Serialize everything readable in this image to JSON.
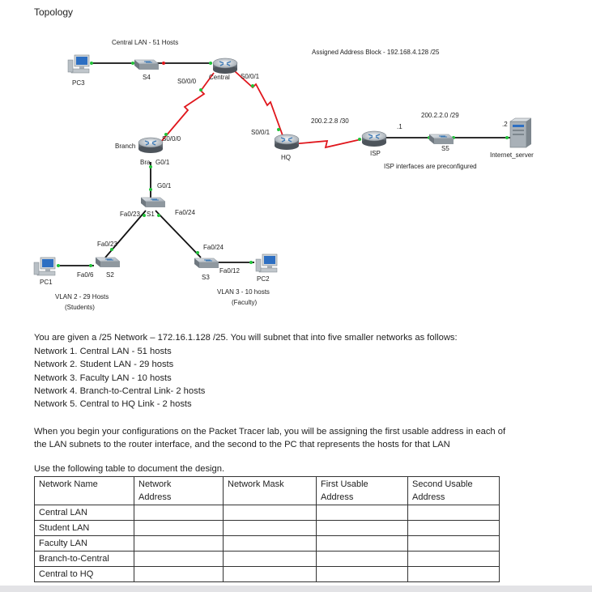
{
  "topology": {
    "title": "Topology",
    "central_lan": "Central LAN - 51 Hosts",
    "address_block": "Assigned Address Block - 192.168.4.128 /25",
    "pc3": "PC3",
    "s4": "S4",
    "central": "Central",
    "s0_0_central": "S0/0/0",
    "s0_0_1_central": "S0/0/1",
    "s0_0_1_hq": "S0/0/1",
    "hq": "HQ",
    "link_hq_isp": "200.2.2.8 /30",
    "dot1": ".1",
    "link_isp_s5": "200.2.2.0 /29",
    "dot2": ".2",
    "isp": "ISP",
    "s5": "S5",
    "internet_server": "Internet_server",
    "isp_note": "ISP interfaces are preconfigured",
    "branch": "Branch",
    "s0_0_branch": "S0/0/0",
    "branch_abbr": "Bra",
    "g0_1_branch": "G0/1",
    "g0_1_s1": "G0/1",
    "fa0_23_s1": "Fa0/23",
    "s1": "S1",
    "fa0_24_s1": "Fa0/24",
    "fa0_23_s2": "Fa0/23",
    "fa0_24_s3": "Fa0/24",
    "fa0_6": "Fa0/6",
    "s2": "S2",
    "pc1": "PC1",
    "fa0_12": "Fa0/12",
    "s3": "S3",
    "pc2": "PC2",
    "vlan2": "VLAN 2 - 29 Hosts",
    "students": "(Students)",
    "vlan3": "VLAN 3 - 10 hosts",
    "faculty": "(Faculty)"
  },
  "text": {
    "intro": "You are given a /25 Network – 172.16.1.128 /25. You will subnet that into five smaller networks as follows:",
    "networks": [
      "Network 1. Central LAN - 51 hosts",
      "Network 2. Student LAN - 29 hosts",
      "Network 3. Faculty LAN - 10 hosts",
      "Network 4. Branch-to-Central Link- 2 hosts",
      "Network 5. Central to HQ Link - 2 hosts"
    ],
    "config_1": "When you begin your configurations on the Packet Tracer lab, you will be assigning the first usable address in each of",
    "config_2": "the LAN subnets to the router interface, and the second to the PC that represents the hosts for that LAN",
    "table_intro": "Use the following table to document the design."
  },
  "table": {
    "headers": [
      [
        "Network Name",
        ""
      ],
      [
        "Network",
        "Address"
      ],
      [
        "Network Mask",
        ""
      ],
      [
        "First Usable",
        "Address"
      ],
      [
        "Second Usable",
        "Address"
      ]
    ],
    "rows": [
      "Central LAN",
      "Student LAN",
      "Faculty LAN",
      "Branch-to-Central",
      "Central to HQ"
    ]
  },
  "colors": {
    "serial": "#e0161c",
    "ethernet": "#111111",
    "port_green": "#22c33a",
    "port_red": "#e0161c"
  }
}
